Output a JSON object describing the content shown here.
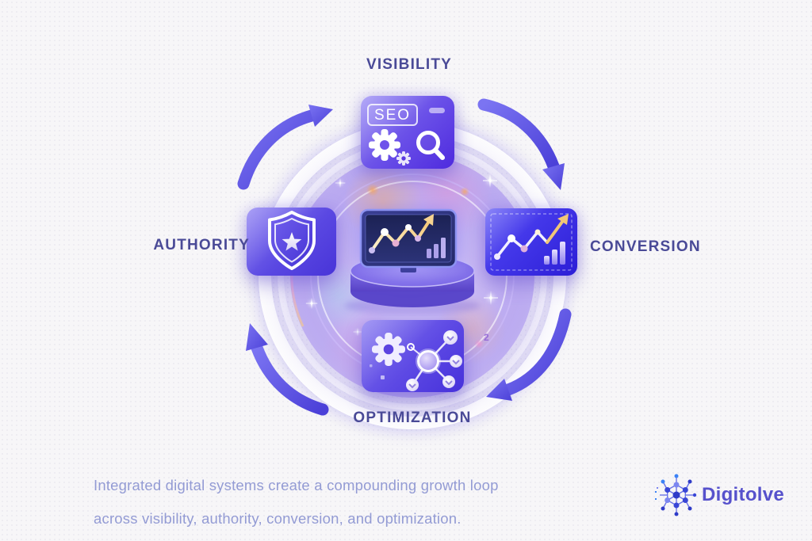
{
  "diagram": {
    "flow": "clockwise",
    "nodes": [
      {
        "id": "visibility",
        "label": "VISIBILITY",
        "position": "top",
        "icon": "seo-search-card-icon",
        "card_text": "SEO"
      },
      {
        "id": "conversion",
        "label": "CONVERSION",
        "position": "right",
        "icon": "growth-chart-card-icon"
      },
      {
        "id": "optimization",
        "label": "OPTIMIZATION",
        "position": "bottom",
        "icon": "gear-network-card-icon"
      },
      {
        "id": "authority",
        "label": "AUTHORITY",
        "position": "left",
        "icon": "shield-star-card-icon"
      }
    ],
    "center_icon": "analytics-monitor-on-pedestal-icon",
    "artifact_mark": "2"
  },
  "caption": {
    "line1": "Integrated digital systems create a compounding growth loop",
    "line2": "across visibility, authority, conversion, and optimization."
  },
  "brand": {
    "name": "Digitolve",
    "icon": "network-molecule-icon"
  },
  "colors": {
    "background": "#f7f6f8",
    "label_text": "#4a4a97",
    "caption_text": "#939bd4",
    "brand_text": "#5651cc",
    "accent_indigo": "#5a55dd",
    "card_purple_light": "#8a7cf2",
    "card_purple_dark": "#4526d6",
    "disc_lavender": "#b3a1ef",
    "gold": "#f2c678"
  }
}
